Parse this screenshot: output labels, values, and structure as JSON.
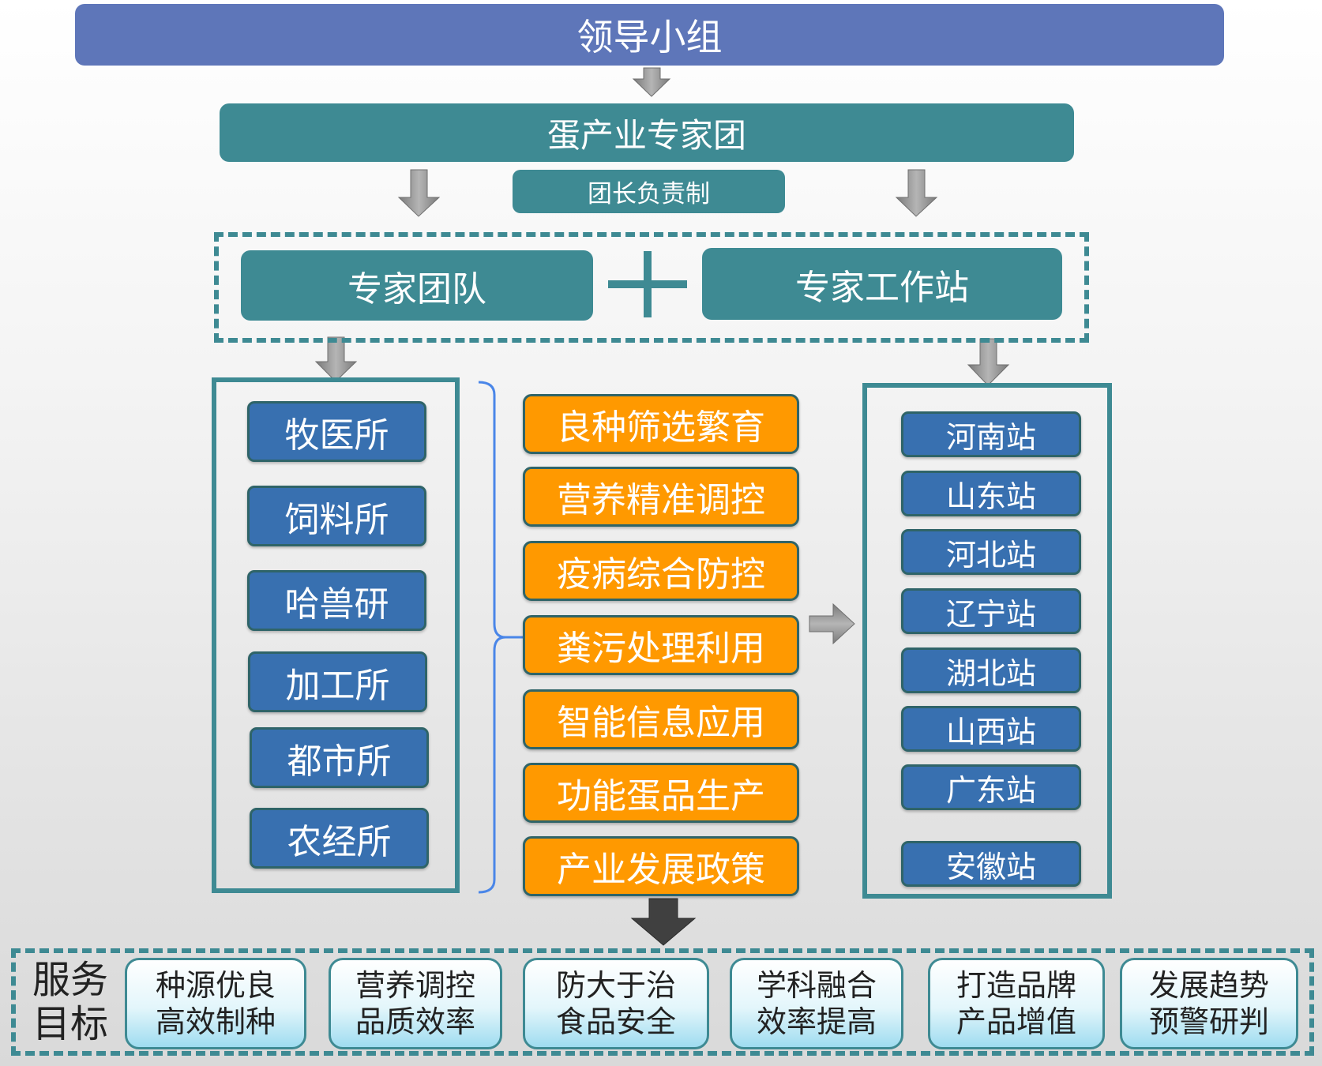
{
  "leader": "领导小组",
  "expert_group": "蛋产业专家团",
  "responsibility": "团长负责制",
  "expert_team": "专家团队",
  "expert_station": "专家工作站",
  "institutes": [
    "牧医所",
    "饲料所",
    "哈兽研",
    "加工所",
    "都市所",
    "农经所"
  ],
  "tasks": [
    "良种筛选繁育",
    "营养精准调控",
    "疫病综合防控",
    "粪污处理利用",
    "智能信息应用",
    "功能蛋品生产",
    "产业发展政策"
  ],
  "stations": [
    "河南站",
    "山东站",
    "河北站",
    "辽宁站",
    "湖北站",
    "山西站",
    "广东站",
    "安徽站"
  ],
  "goals": {
    "title_line1": "服务",
    "title_line2": "目标",
    "items": [
      {
        "line1": "种源优良",
        "line2": "高效制种"
      },
      {
        "line1": "营养调控",
        "line2": "品质效率"
      },
      {
        "line1": "防大于治",
        "line2": "食品安全"
      },
      {
        "line1": "学科融合",
        "line2": "效率提高"
      },
      {
        "line1": "打造品牌",
        "line2": "产品增值"
      },
      {
        "line1": "发展趋势",
        "line2": "预警研判"
      }
    ]
  },
  "colors": {
    "leader": "#5e76b9",
    "teal": "#3e8a93",
    "institute_blue": "#3870b0",
    "task_orange": "#ff9900",
    "arrow_gray": "#8c8c8c",
    "arrow_dark": "#404040",
    "bracket_blue": "#4a86e8"
  }
}
